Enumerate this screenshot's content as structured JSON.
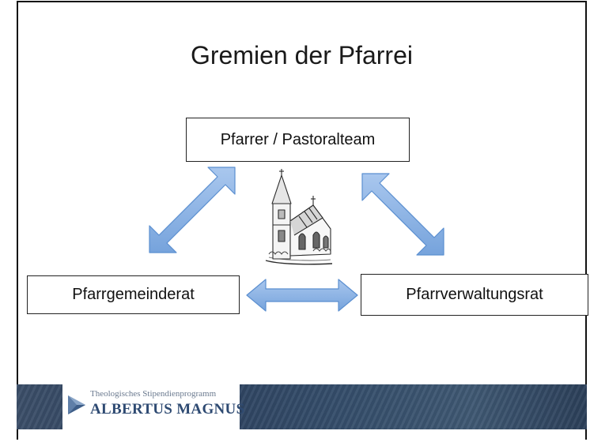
{
  "title": "Gremien der Pfarrei",
  "boxes": {
    "top": "Pfarrer / Pastoralteam",
    "left": "Pfarrgemeinderat",
    "right": "Pfarrverwaltungsrat"
  },
  "footer": {
    "logo_subtitle": "Theologisches Stipendienprogramm",
    "logo_name": "ALBERTUS MAGNUS"
  },
  "colors": {
    "arrow_fill": "#8db3e2",
    "arrow_stroke": "#5b8fd0",
    "footer_band": "#2e4461",
    "logo_text": "#2e4a72"
  },
  "icons": [
    "church-illustration",
    "albertus-magnus-logo-icon"
  ]
}
